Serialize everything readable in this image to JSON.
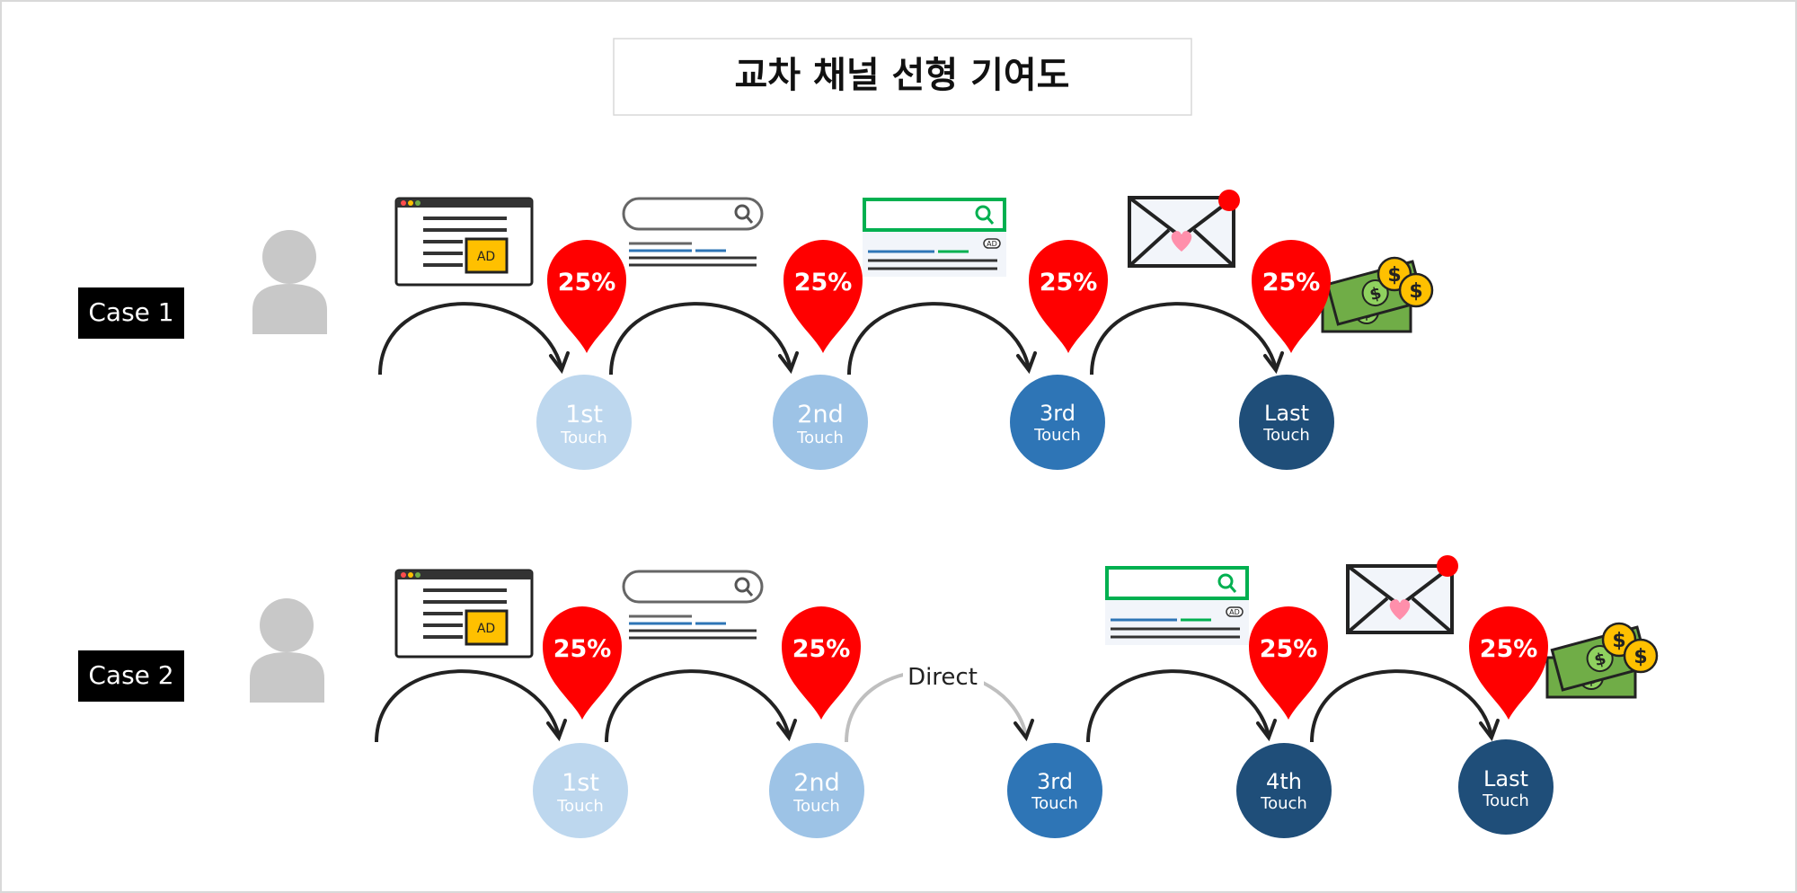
{
  "title": "교차 채널 선형 기여도",
  "colors": {
    "border": "#d9d9d9",
    "case_label_bg": "#000000",
    "person": "#c8c8c8",
    "pin": "#ff0000",
    "arrow": "#222222",
    "direct_arrow": "#bfbfbf",
    "touch_1": "#bdd7ee",
    "touch_2": "#9dc3e6",
    "touch_3": "#2e75b6",
    "touch_last": "#1f4e79",
    "ad_yellow": "#ffc000",
    "search_green": "#00b050",
    "money_green": "#70ad47",
    "coin": "#ffc000",
    "heart": "#ff8fab"
  },
  "cases": [
    {
      "label": "Case 1",
      "touches": [
        {
          "number": "1st",
          "word": "Touch",
          "share": "25%",
          "channel": "display-ad-icon"
        },
        {
          "number": "2nd",
          "word": "Touch",
          "share": "25%",
          "channel": "search-icon"
        },
        {
          "number": "3rd",
          "word": "Touch",
          "share": "25%",
          "channel": "search-ad-icon"
        },
        {
          "number": "Last",
          "word": "Touch",
          "share": "25%",
          "channel": "email-icon"
        }
      ],
      "conversion_icon": "money-icon"
    },
    {
      "label": "Case 2",
      "touches": [
        {
          "number": "1st",
          "word": "Touch",
          "share": "25%",
          "channel": "display-ad-icon"
        },
        {
          "number": "2nd",
          "word": "Touch",
          "share": "25%",
          "channel": "search-icon"
        },
        {
          "number": "3rd",
          "word": "Touch",
          "share": "",
          "channel": "direct"
        },
        {
          "number": "4th",
          "word": "Touch",
          "share": "25%",
          "channel": "search-ad-icon"
        },
        {
          "number": "Last",
          "word": "Touch",
          "share": "25%",
          "channel": "email-icon"
        }
      ],
      "direct_label": "Direct",
      "conversion_icon": "money-icon"
    }
  ],
  "ad_text": "AD"
}
